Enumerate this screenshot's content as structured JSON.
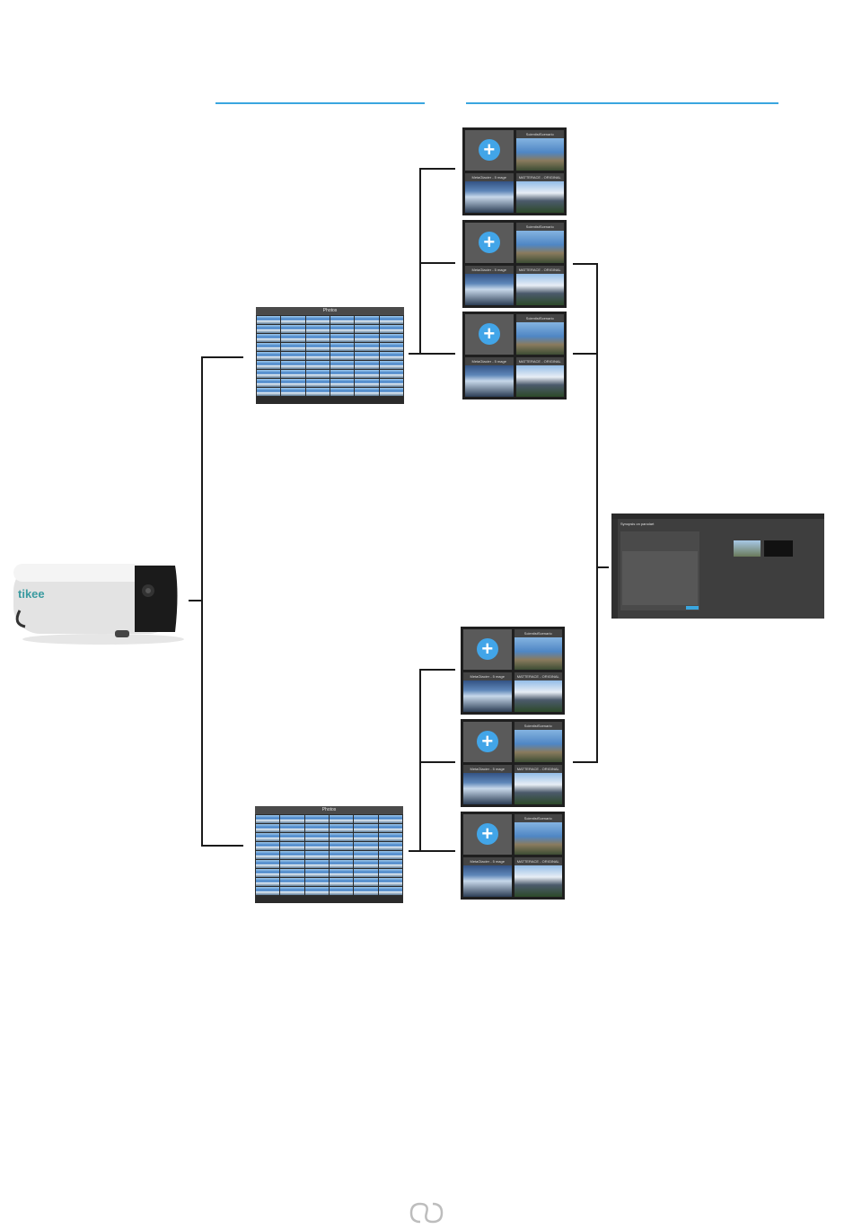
{
  "grid_panels": [
    {
      "header": "Photos"
    },
    {
      "header": "Photos"
    }
  ],
  "tiles": [
    {
      "img1_label": "ScientistScenario",
      "img2_label": "MetaGlacier - 5 mage",
      "img3_label": "MATTERACE - ORIGINAL"
    },
    {
      "img1_label": "ScientistScenario",
      "img2_label": "MetaGlacier - 5 mage",
      "img3_label": "MATTERACE - ORIGINAL"
    },
    {
      "img1_label": "ScientistScenario",
      "img2_label": "MetaGlacier - 5 mage",
      "img3_label": "MATTERACE - ORIGINAL"
    },
    {
      "img1_label": "ScientistScenario",
      "img2_label": "MetaGlacier - 5 mage",
      "img3_label": "MATTERACE - ORIGINAL"
    },
    {
      "img1_label": "ScientistScenario",
      "img2_label": "MetaGlacier - 5 mage",
      "img3_label": "MATTERACE - ORIGINAL"
    },
    {
      "img1_label": "ScientistScenario",
      "img2_label": "MetaGlacier - 5 mage",
      "img3_label": "MATTERACE - ORIGINAL"
    }
  ],
  "software": {
    "title": "Synopsis on panolart"
  },
  "camera": {
    "brand": "tikee"
  },
  "colors": {
    "accent_rule": "#3aa6df",
    "add_button": "#42a5e8"
  }
}
